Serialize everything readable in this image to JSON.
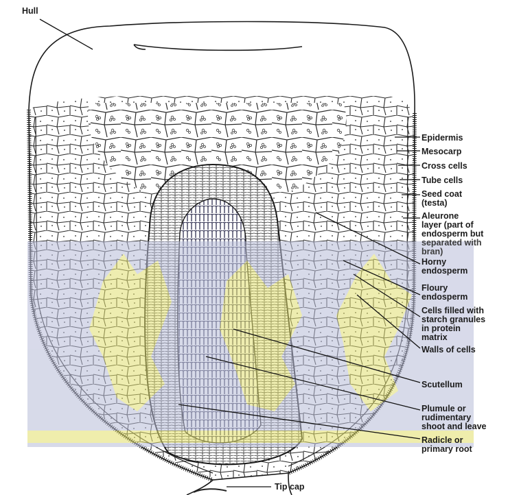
{
  "labels": {
    "hull": "Hull",
    "epidermis": "Epidermis",
    "mesocarp": "Mesocarp",
    "cross_cells": "Cross cells",
    "tube_cells": "Tube cells",
    "seed_coat": [
      "Seed coat",
      "(testa)"
    ],
    "aleurone": [
      "Aleurone",
      "layer (part of",
      "endosperm but",
      "separated with",
      "bran)"
    ],
    "horny_endosperm": [
      "Horny",
      "endosperm"
    ],
    "floury_endosperm": [
      "Floury",
      "endosperm"
    ],
    "cells_starch": [
      "Cells filled with",
      "starch granules",
      "in protein",
      "matrix"
    ],
    "walls_of_cells": "Walls of cells",
    "scutellum": "Scutellum",
    "plumule": [
      "Plumule or",
      "rudimentary",
      "shoot and leave"
    ],
    "radicle": [
      "Radicle or",
      "primary root"
    ],
    "tip_cap": "Tip cap"
  },
  "colors": {
    "line": "#1a1a1a",
    "cell_fill": "#ffffff",
    "watermark_band": "#b8bcd8",
    "watermark_letter": "#e3e06a",
    "embryo_dark": "#2c2c55"
  }
}
